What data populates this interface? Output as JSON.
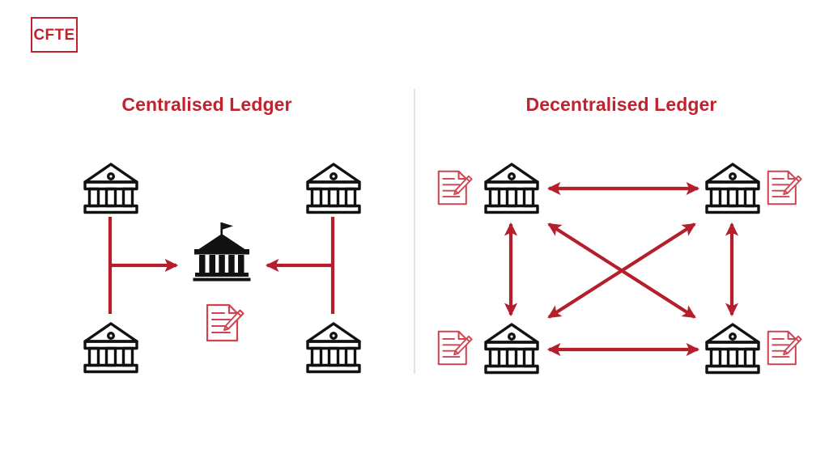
{
  "brand": {
    "logo_text": "CFTE",
    "logo_color": "#c0222e"
  },
  "colors": {
    "accent_red": "#c0222e",
    "arrow_red": "#b51f2b",
    "doc_red": "#cf4450",
    "icon_black": "#111111",
    "divider_gray": "#e4e4e4",
    "background": "#ffffff"
  },
  "panels": {
    "left": {
      "title": "Centralised Ledger",
      "nodes": [
        {
          "id": "bank-top-left",
          "icon": "bank-icon",
          "label": "Bank"
        },
        {
          "id": "bank-top-right",
          "icon": "bank-icon",
          "label": "Bank"
        },
        {
          "id": "bank-bottom-left",
          "icon": "bank-icon",
          "label": "Bank"
        },
        {
          "id": "bank-bottom-right",
          "icon": "bank-icon",
          "label": "Bank"
        },
        {
          "id": "central-authority",
          "icon": "bank-flag-icon",
          "label": "Central authority"
        },
        {
          "id": "central-ledger",
          "icon": "document-pen-icon",
          "label": "Ledger"
        }
      ],
      "connections": [
        {
          "from": "left-column",
          "to": "central-authority",
          "style": "single-arrow",
          "direction": "right"
        },
        {
          "from": "right-column",
          "to": "central-authority",
          "style": "single-arrow",
          "direction": "left"
        }
      ]
    },
    "right": {
      "title": "Decentralised Ledger",
      "nodes": [
        {
          "id": "bank-top-left",
          "icon": "bank-icon",
          "label": "Bank"
        },
        {
          "id": "bank-top-right",
          "icon": "bank-icon",
          "label": "Bank"
        },
        {
          "id": "bank-bottom-left",
          "icon": "bank-icon",
          "label": "Bank"
        },
        {
          "id": "bank-bottom-right",
          "icon": "bank-icon",
          "label": "Bank"
        },
        {
          "id": "ledger-top-left",
          "icon": "document-pen-icon",
          "label": "Ledger"
        },
        {
          "id": "ledger-top-right",
          "icon": "document-pen-icon",
          "label": "Ledger"
        },
        {
          "id": "ledger-bottom-left",
          "icon": "document-pen-icon",
          "label": "Ledger"
        },
        {
          "id": "ledger-bottom-right",
          "icon": "document-pen-icon",
          "label": "Ledger"
        }
      ],
      "connections": [
        {
          "from": "bank-top-left",
          "to": "bank-top-right",
          "style": "double-arrow",
          "direction": "horizontal"
        },
        {
          "from": "bank-bottom-left",
          "to": "bank-bottom-right",
          "style": "double-arrow",
          "direction": "horizontal"
        },
        {
          "from": "bank-top-left",
          "to": "bank-bottom-left",
          "style": "double-arrow",
          "direction": "vertical"
        },
        {
          "from": "bank-top-right",
          "to": "bank-bottom-right",
          "style": "double-arrow",
          "direction": "vertical"
        },
        {
          "from": "bank-top-left",
          "to": "bank-bottom-right",
          "style": "double-arrow",
          "direction": "diagonal"
        },
        {
          "from": "bank-bottom-left",
          "to": "bank-top-right",
          "style": "double-arrow",
          "direction": "diagonal"
        }
      ]
    }
  }
}
